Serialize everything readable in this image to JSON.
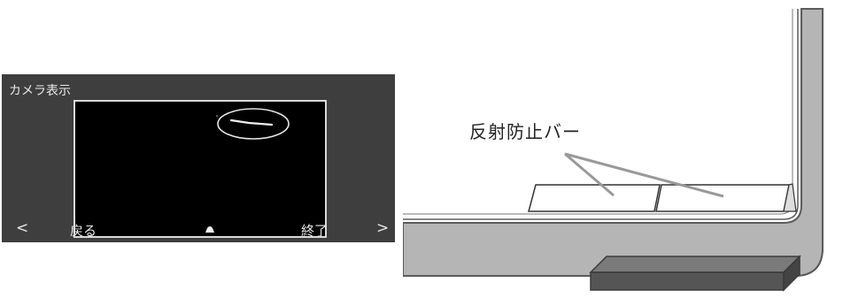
{
  "camera_panel": {
    "title": "カメラ表示",
    "prev_symbol": "<",
    "next_symbol": ">",
    "back_label": "戻る",
    "end_label": "終了"
  },
  "illustration": {
    "label": "反射防止バー"
  },
  "colors": {
    "panel_bg": "#3e3e3e",
    "view_bg": "#000000",
    "board_frame": "#9a9a9a",
    "board_dark": "#5a5a5a"
  }
}
